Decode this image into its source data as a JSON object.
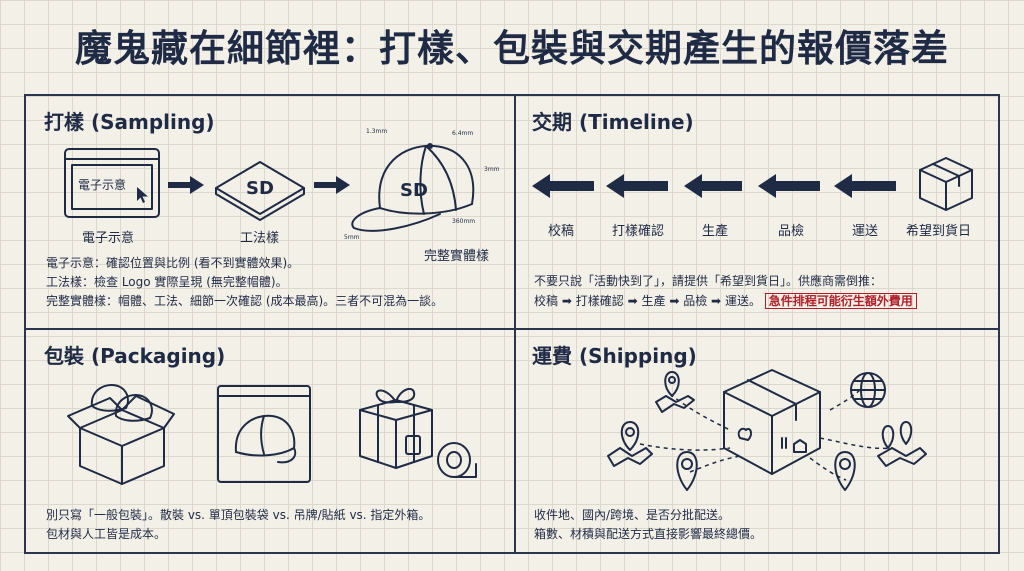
{
  "title": "魔鬼藏在細節裡：打樣、包裝與交期產生的報價落差",
  "sampling": {
    "title": "打樣 (Sampling)",
    "screen_text": "電子示意",
    "items": [
      "電子示意",
      "工法樣",
      "完整實體樣"
    ],
    "dims": [
      "1.3mm",
      "6.4mm",
      "3mm",
      "360mm",
      "5mm"
    ],
    "notes": [
      "電子示意：確認位置與比例 (看不到實體效果)。",
      "工法樣：檢查 Logo 實際呈現 (無完整帽體)。",
      "完整實體樣：帽體、工法、細節一次確認 (成本最高)。三者不可混為一談。"
    ]
  },
  "timeline": {
    "title": "交期 (Timeline)",
    "steps": [
      "校稿",
      "打樣確認",
      "生產",
      "品檢",
      "運送",
      "希望到貨日"
    ],
    "note_line1": "不要只說「活動快到了」，請提供「希望到貨日」。供應商需倒推：",
    "chain": [
      "校稿",
      "打樣確認",
      "生產",
      "品檢",
      "運送。"
    ],
    "warning": "急件排程可能衍生額外費用"
  },
  "packaging": {
    "title": "包裝 (Packaging)",
    "notes": [
      "別只寫「一般包裝」。散裝 vs. 單頂包裝袋 vs. 吊牌/貼紙 vs. 指定外箱。",
      "包材與人工皆是成本。"
    ]
  },
  "shipping": {
    "title": "運費 (Shipping)",
    "notes": [
      "收件地、國內/跨境、是否分批配送。",
      "箱數、材積與配送方式直接影響最終總價。"
    ]
  },
  "icons": [
    "monitor-icon",
    "cursor-icon",
    "arrow-right-icon",
    "patch-icon",
    "cap-icon",
    "box-icon",
    "arrow-left-icon",
    "bag-icon",
    "gift-icon",
    "tape-icon",
    "map-pin-icon",
    "globe-icon"
  ],
  "colors": {
    "ink": "#1f2a44",
    "paper": "#f3f0e8",
    "grid": "#dcd8ce",
    "warning": "#b1202a"
  }
}
